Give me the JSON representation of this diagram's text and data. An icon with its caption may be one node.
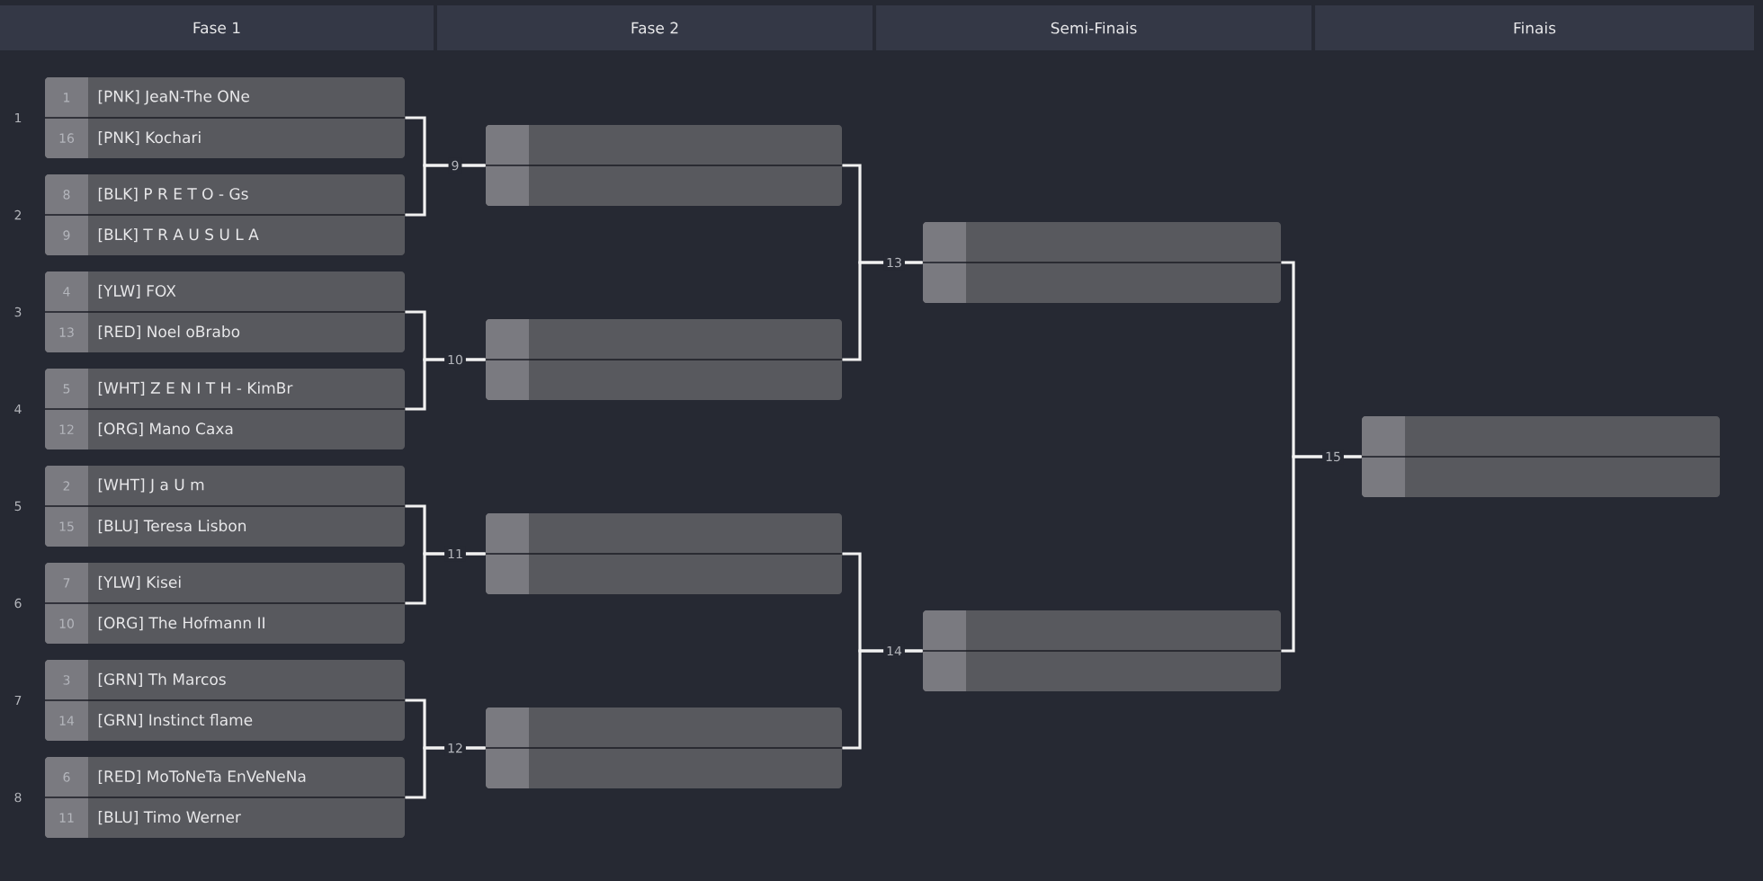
{
  "diagram": {
    "nodes": [
      {
        "text": [
          "1",
          "[PNK] JeaN-The ONe",
          "16",
          "[PNK] Kochari"
        ],
        "beside": [
          "1"
        ]
      },
      {
        "text": [
          "8",
          "[BLK] P R E T O - Gs",
          "9",
          "[BLK] T R A U S U L A"
        ],
        "beside": [
          "2"
        ]
      },
      {
        "text": [
          "4",
          "[YLW] FOX",
          "13",
          "[RED] Noel oBrabo"
        ],
        "beside": [
          "3"
        ]
      },
      {
        "text": [
          "5",
          "[WHT] Z E N I T H - KimBr",
          "12",
          "[ORG] Mano Caxa"
        ],
        "beside": [
          "4"
        ]
      },
      {
        "text": [
          "2",
          "[WHT] J a U m",
          "15",
          "[BLU] Teresa Lisbon"
        ],
        "beside": [
          "5"
        ]
      },
      {
        "text": [
          "7",
          "[YLW] Kisei",
          "10",
          "[ORG] The Hofmann II"
        ],
        "beside": [
          "6"
        ]
      },
      {
        "text": [
          "3",
          "[GRN] Th Marcos",
          "14",
          "[GRN] Instinct flame"
        ],
        "beside": [
          "7"
        ]
      },
      {
        "text": [
          "6",
          "[RED] MoToNeTa EnVeNeNa",
          "11",
          "[BLU] Timo Werner"
        ],
        "beside": [
          "8"
        ]
      },
      {
        "text": [],
        "shape": "box",
        "beside": [
          "9"
        ]
      },
      {
        "text": [],
        "shape": "box",
        "beside": [
          "10"
        ]
      },
      {
        "text": [],
        "shape": "box",
        "beside": [
          "11"
        ]
      },
      {
        "text": [],
        "shape": "box",
        "beside": [
          "12"
        ]
      },
      {
        "text": [],
        "shape": "box",
        "beside": [
          "13"
        ]
      },
      {
        "text": [],
        "shape": "box",
        "beside": [
          "14"
        ]
      },
      {
        "text": [],
        "shape": "box",
        "beside": [
          "15"
        ]
      }
    ],
    "edges": [
      {
        "from": 0,
        "to": 8,
        "arrow": "none"
      },
      {
        "from": 1,
        "to": 8,
        "arrow": "none"
      },
      {
        "from": 2,
        "to": 9,
        "arrow": "none"
      },
      {
        "from": 3,
        "to": 9,
        "arrow": "none"
      },
      {
        "from": 4,
        "to": 10,
        "arrow": "none"
      },
      {
        "from": 5,
        "to": 10,
        "arrow": "none"
      },
      {
        "from": 6,
        "to": 11,
        "arrow": "none"
      },
      {
        "from": 7,
        "to": 11,
        "arrow": "none"
      },
      {
        "from": 8,
        "to": 12,
        "arrow": "none"
      },
      {
        "from": 9,
        "to": 12,
        "arrow": "none"
      },
      {
        "from": 10,
        "to": 13,
        "arrow": "none"
      },
      {
        "from": 11,
        "to": 13,
        "arrow": "none"
      },
      {
        "from": 12,
        "to": 14,
        "arrow": "none"
      },
      {
        "from": 13,
        "to": 14,
        "arrow": "none"
      }
    ],
    "labels": [
      "Fase 1",
      "Fase 2",
      "Semi-Finais",
      "Finais"
    ]
  }
}
